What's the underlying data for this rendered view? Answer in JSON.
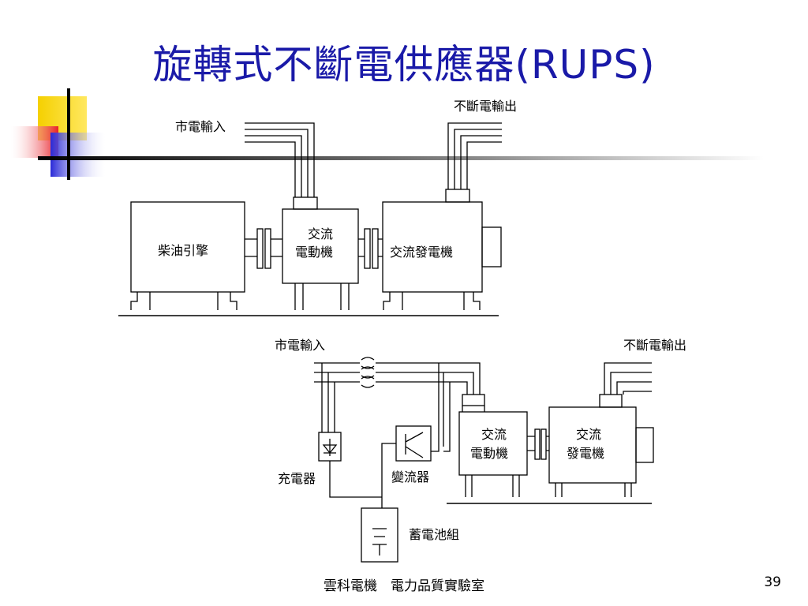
{
  "title": "旋轉式不斷電供應器",
  "title_suffix": "(RUPS)",
  "top_diagram": {
    "utility_input": "市電輸入",
    "ups_output": "不斷電輸出",
    "diesel_engine": "柴油引擎",
    "ac_motor_line1": "交流",
    "ac_motor_line2": "電動機",
    "ac_generator": "交流發電機"
  },
  "bottom_diagram": {
    "utility_input": "市電輸入",
    "ups_output": "不斷電輸出",
    "charger": "充電器",
    "inverter": "變流器",
    "battery": "蓄電池組",
    "ac_motor_line1": "交流",
    "ac_motor_line2": "電動機",
    "ac_generator_line1": "交流",
    "ac_generator_line2": "發電機"
  },
  "footer": "雲科電機　電力品質實驗室",
  "page_number": "39",
  "colors": {
    "title": "#1a1aa8",
    "deco_yellow": "#f5d000",
    "deco_red": "#e8202a",
    "deco_blue": "#2a2ad8"
  }
}
